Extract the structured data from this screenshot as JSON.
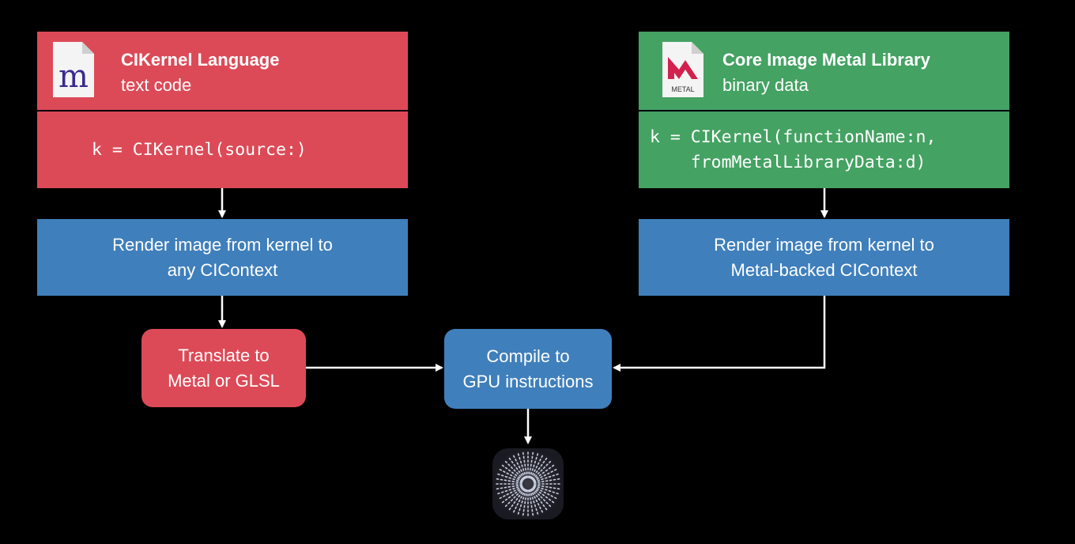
{
  "colors": {
    "red": "#dc4a57",
    "green": "#44a262",
    "blue": "#3f7fbb",
    "background": "#000000"
  },
  "left": {
    "icon": "metal-shading-language-m-icon",
    "icon_letter": "m",
    "title": "CIKernel Language",
    "subtitle": "text code",
    "code_lines": [
      "k = CIKernel(source:)"
    ],
    "render": [
      "Render image from kernel to",
      "any CIContext"
    ],
    "translate": [
      "Translate to",
      "Metal or GLSL"
    ]
  },
  "right": {
    "icon": "metal-library-icon",
    "icon_label": "METAL",
    "title": "Core Image Metal Library",
    "subtitle": "binary data",
    "code_lines": [
      "k = CIKernel(functionName:n,",
      "    fromMetalLibraryData:d)"
    ],
    "render": [
      "Render image from kernel to",
      "Metal-backed CIContext"
    ]
  },
  "compile": [
    "Compile to",
    "GPU instructions"
  ],
  "gpu_icon": "gpu-chip-icon"
}
